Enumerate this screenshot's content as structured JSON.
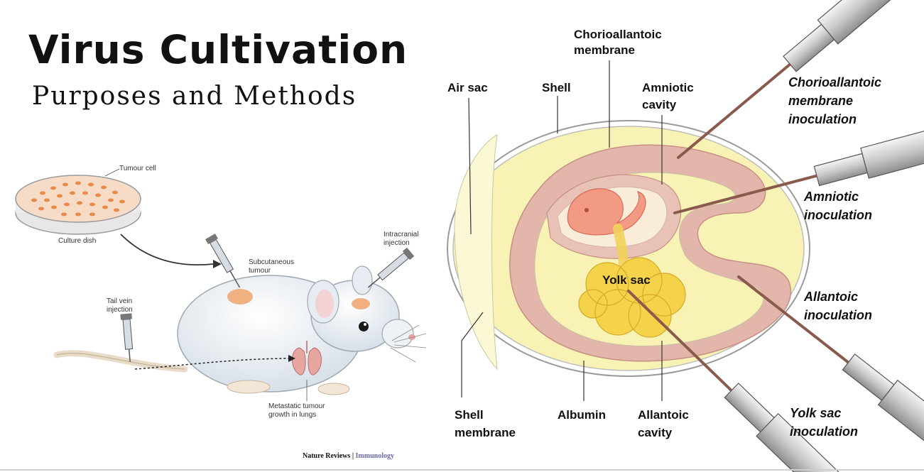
{
  "header": {
    "title": "Virus Cultivation",
    "subtitle": "Purposes and Methods"
  },
  "mouse_panel": {
    "tumour_cell": "Tumour cell",
    "culture_dish": "Culture dish",
    "subcutaneous_1": "Subcutaneous",
    "subcutaneous_2": "tumour",
    "intracranial_1": "Intracranial",
    "intracranial_2": "injection",
    "tail_vein_1": "Tail vein",
    "tail_vein_2": "injection",
    "metastatic_1": "Metastatic tumour",
    "metastatic_2": "growth in lungs",
    "credit_journal": "Nature Reviews",
    "credit_sep": " | ",
    "credit_section": "Immunology"
  },
  "egg_panel": {
    "chorioallantoic_1": "Chorioallantoic",
    "chorioallantoic_2": "membrane",
    "air_sac": "Air sac",
    "shell": "Shell",
    "amniotic_1": "Amniotic",
    "amniotic_2": "cavity",
    "yolk_sac": "Yolk sac",
    "shell_membrane_1": "Shell",
    "shell_membrane_2": "membrane",
    "albumin": "Albumin",
    "allantoic_1": "Allantoic",
    "allantoic_2": "cavity",
    "cam_inoc_1": "Chorioallantoic",
    "cam_inoc_2": "membrane",
    "cam_inoc_3": "inoculation",
    "amniotic_inoc_1": "Amniotic",
    "amniotic_inoc_2": "inoculation",
    "allantoic_inoc_1": "Allantoic",
    "allantoic_inoc_2": "inoculation",
    "yolk_inoc_1": "Yolk sac",
    "yolk_inoc_2": "inoculation"
  },
  "colors": {
    "albumin": "#f8f3b5",
    "membrane": "#e3b6ac",
    "embryo": "#f39a85",
    "yolk": "#f4d24a",
    "needle": "#8a5a4c"
  }
}
